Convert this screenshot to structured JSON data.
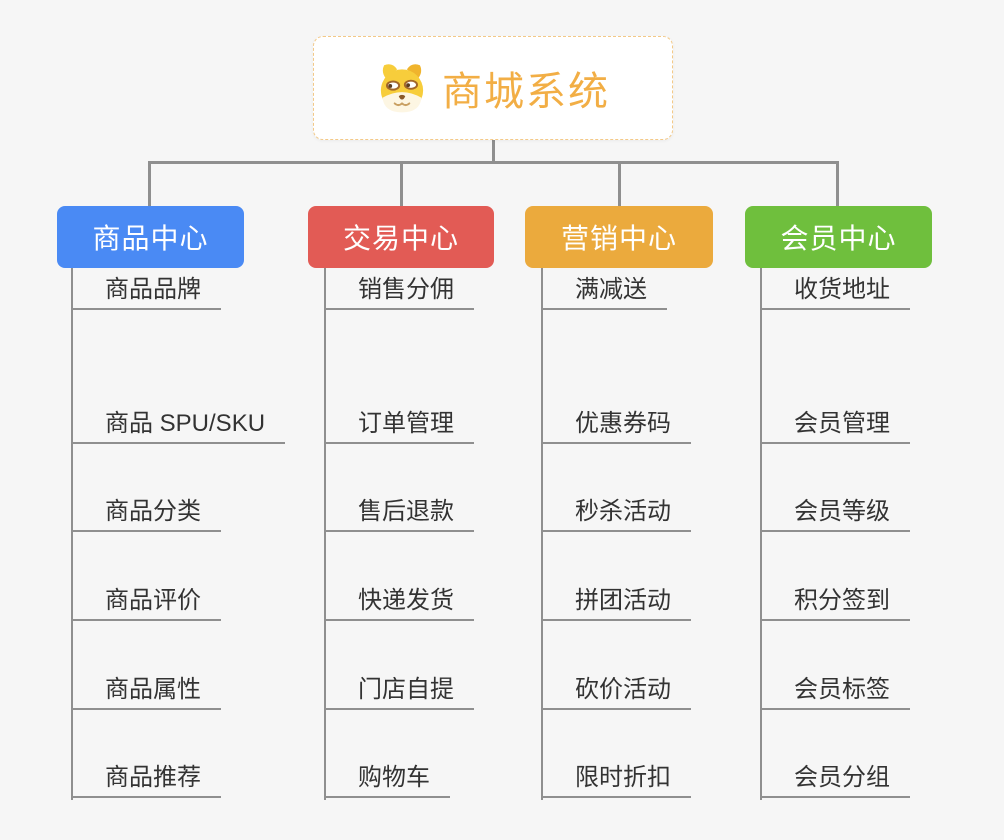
{
  "root": {
    "title": "商城系统",
    "icon": "doge-icon"
  },
  "branches": [
    {
      "label": "商品中心",
      "color": "#4a8af4",
      "items": [
        "商品 SPU/SKU",
        "商品分类",
        "商品评价",
        "商品属性",
        "商品推荐",
        "商品品牌"
      ]
    },
    {
      "label": "交易中心",
      "color": "#e25b55",
      "items": [
        "订单管理",
        "售后退款",
        "快递发货",
        "门店自提",
        "购物车",
        "销售分佣"
      ]
    },
    {
      "label": "营销中心",
      "color": "#ebaa3d",
      "items": [
        "优惠券码",
        "秒杀活动",
        "拼团活动",
        "砍价活动",
        "限时折扣",
        "满减送"
      ]
    },
    {
      "label": "会员中心",
      "color": "#6fbf3d",
      "items": [
        "会员管理",
        "会员等级",
        "积分签到",
        "会员标签",
        "会员分组",
        "收货地址"
      ]
    }
  ],
  "colors": {
    "background": "#f6f6f6",
    "connector": "#8f8f8f",
    "root_title": "#f2ae45",
    "root_border": "#f3c988",
    "item_text": "#333333"
  }
}
